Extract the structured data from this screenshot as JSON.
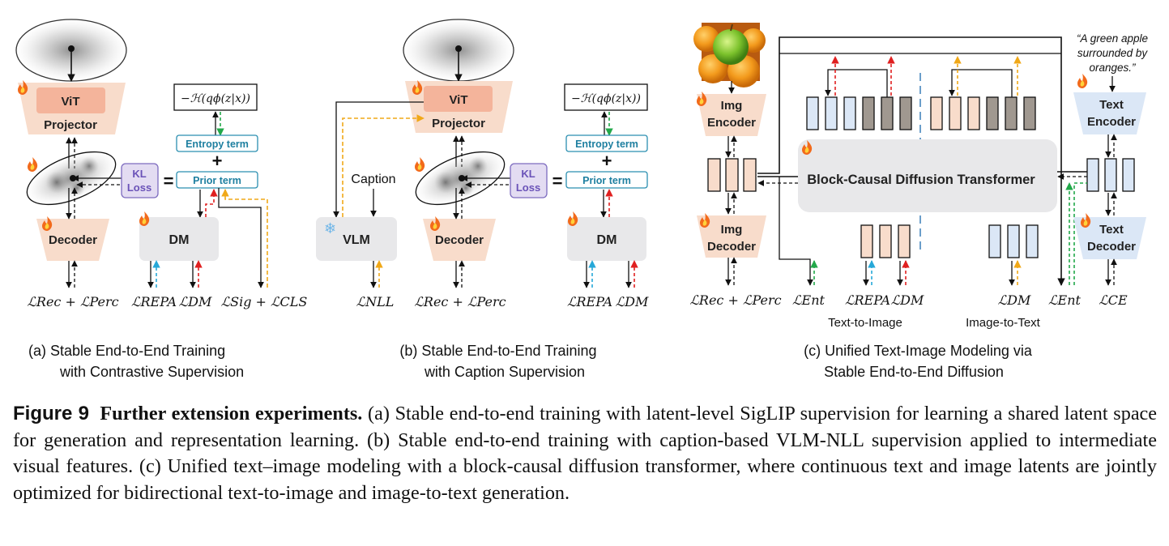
{
  "panel_a": {
    "vit": "ViT",
    "projector": "Projector",
    "decoder": "Decoder",
    "kl_loss": [
      "KL",
      "Loss"
    ],
    "entropy_formula": "−ℋ(qϕ(z|x))",
    "entropy_term": "Entropy term",
    "prior_term": "Prior term",
    "plus": "+",
    "equals": "=",
    "dm": "DM",
    "loss_rec_perc": "ℒRec + ℒPerc",
    "loss_repa": "ℒREPA",
    "loss_dm": "ℒDM",
    "loss_sig_cls": "ℒSig + ℒCLS",
    "subtitle_line1": "(a)  Stable End-to-End Training",
    "subtitle_line2": "with Contrastive Supervision"
  },
  "panel_b": {
    "vit": "ViT",
    "projector": "Projector",
    "decoder": "Decoder",
    "caption_label": "Caption",
    "vlm": "VLM",
    "kl_loss": [
      "KL",
      "Loss"
    ],
    "entropy_formula": "−ℋ(qϕ(z|x))",
    "entropy_term": "Entropy term",
    "prior_term": "Prior term",
    "plus": "+",
    "equals": "=",
    "dm": "DM",
    "loss_nll": "ℒNLL",
    "loss_rec_perc": "ℒRec + ℒPerc",
    "loss_repa": "ℒREPA",
    "loss_dm": "ℒDM",
    "subtitle_line1": "(b) Stable End-to-End Training",
    "subtitle_line2": "with Caption Supervision"
  },
  "panel_c": {
    "img_encoder": [
      "Img",
      "Encoder"
    ],
    "img_decoder": [
      "Img",
      "Decoder"
    ],
    "transformer": "Block-Causal Diffusion Transformer",
    "text_encoder": [
      "Text",
      "Encoder"
    ],
    "text_decoder": [
      "Text",
      "Decoder"
    ],
    "quote": [
      "“A green apple",
      "surrounded by",
      "oranges.”"
    ],
    "loss_rec_perc": "ℒRec + ℒPerc",
    "loss_ent_left": "ℒEnt",
    "loss_repa": "ℒREPA",
    "loss_dm_left": "ℒDM",
    "loss_dm_right": "ℒDM",
    "loss_ent_right": "ℒEnt",
    "loss_ce": "ℒCE",
    "text_to_image": "Text-to-Image",
    "image_to_text": "Image-to-Text",
    "subtitle_line1": "(c) Unified Text-Image Modeling via",
    "subtitle_line2": "Stable End-to-End Diffusion"
  },
  "caption": {
    "label": "Figure 9",
    "title": "Further extension experiments.",
    "body": " (a) Stable end-to-end training with latent-level SigLIP supervision for learning a shared latent space for generation and representation learning. (b) Stable end-to-end training with caption-based VLM-NLL supervision applied to intermediate visual features. (c) Unified text–image modeling with a block-causal diffusion transformer, where continuous text and image latents are jointly optimized for bidirectional text-to-image and image-to-text generation."
  },
  "colors": {
    "encoder_fill": "#f8dccb",
    "vit_fill": "#f4b49b",
    "text_block_fill": "#dbe7f6",
    "dm_fill": "#e8e8ea",
    "kl_fill": "#e3dcf2",
    "kl_stroke": "#7d6bbf",
    "term_stroke": "#2b8fb0",
    "dark_token": "#a09890",
    "arrow_green": "#22a84a",
    "arrow_red": "#e02020",
    "arrow_orange": "#f0a818",
    "arrow_blue": "#26a8d8"
  }
}
